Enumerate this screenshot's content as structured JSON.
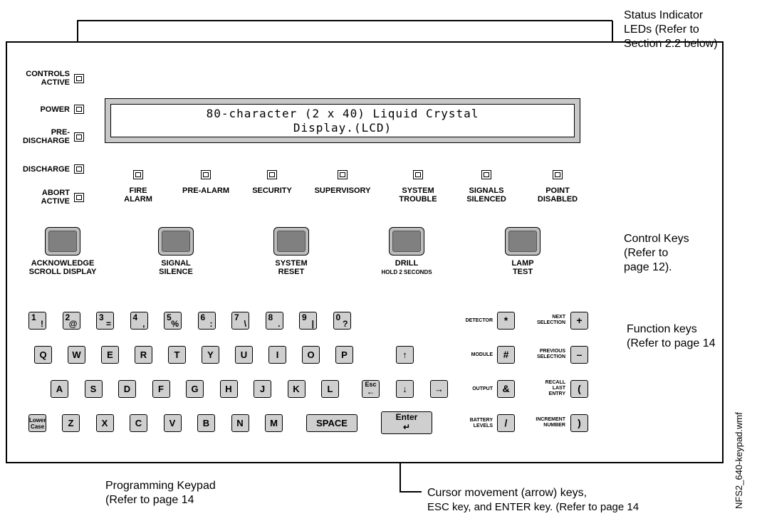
{
  "leds_left": [
    {
      "label": "CONTROLS\nACTIVE"
    },
    {
      "label": "POWER"
    },
    {
      "label": "PRE-\nDISCHARGE"
    },
    {
      "label": "DISCHARGE"
    },
    {
      "label": "ABORT\nACTIVE"
    }
  ],
  "leds_top": [
    {
      "label": "FIRE\nALARM"
    },
    {
      "label": "PRE-ALARM"
    },
    {
      "label": "SECURITY"
    },
    {
      "label": "SUPERVISORY"
    },
    {
      "label": "SYSTEM\nTROUBLE"
    },
    {
      "label": "SIGNALS\nSILENCED"
    },
    {
      "label": "POINT\nDISABLED"
    }
  ],
  "lcd": {
    "line1": "80-character (2 x 40) Liquid Crystal",
    "line2": "Display.(LCD)"
  },
  "control_keys": [
    {
      "label": "ACKNOWLEDGE\nSCROLL DISPLAY",
      "sub": ""
    },
    {
      "label": "SIGNAL\nSILENCE",
      "sub": ""
    },
    {
      "label": "SYSTEM\nRESET",
      "sub": ""
    },
    {
      "label": "DRILL",
      "sub": "HOLD 2 SECONDS"
    },
    {
      "label": "LAMP\nTEST",
      "sub": ""
    }
  ],
  "number_keys": [
    {
      "main": "1",
      "alt": "!"
    },
    {
      "main": "2",
      "alt": "@"
    },
    {
      "main": "3",
      "alt": "="
    },
    {
      "main": "4",
      "alt": ","
    },
    {
      "main": "5",
      "alt": "%"
    },
    {
      "main": "6",
      "alt": ":"
    },
    {
      "main": "7",
      "alt": "\\"
    },
    {
      "main": "8",
      "alt": "."
    },
    {
      "main": "9",
      "alt": "|"
    },
    {
      "main": "0",
      "alt": "?"
    }
  ],
  "row_q": [
    "Q",
    "W",
    "E",
    "R",
    "T",
    "Y",
    "U",
    "I",
    "O",
    "P"
  ],
  "row_a": [
    "A",
    "S",
    "D",
    "F",
    "G",
    "H",
    "J",
    "K",
    "L"
  ],
  "row_z": [
    "Z",
    "X",
    "C",
    "V",
    "B",
    "N",
    "M"
  ],
  "lower_case_key": "Lower\nCase",
  "space_key": "SPACE",
  "esc_key": "Esc",
  "enter_key": "Enter",
  "arrow_keys": {
    "up": "↑",
    "down": "↓",
    "right": "→"
  },
  "function_keys": [
    {
      "left_label": "DETECTOR",
      "left_key": "*",
      "right_label": "NEXT\nSELECTION",
      "right_key": "+"
    },
    {
      "left_label": "MODULE",
      "left_key": "#",
      "right_label": "PREVIOUS\nSELECTION",
      "right_key": "–"
    },
    {
      "left_label": "OUTPUT",
      "left_key": "&",
      "right_label": "RECALL\nLAST\nENTRY",
      "right_key": "("
    },
    {
      "left_label": "BATTERY\nLEVELS",
      "left_key": "/",
      "right_label": "INCREMENT\nNUMBER",
      "right_key": ")"
    }
  ],
  "callouts": {
    "status": "Status Indicator\nLEDs (Refer to\nSection 2.2 below)",
    "control": "Control Keys\n(Refer to\npage 12).",
    "function": "Function keys\n(Refer to page 14",
    "programming": "Programming Keypad\n(Refer to page 14",
    "cursor_line1": "Cursor movement (arrow) keys,",
    "cursor_line2": "ESC key, and ENTER key. (Refer to page 14"
  },
  "filename": "NFS2_640-keypad.wmf"
}
